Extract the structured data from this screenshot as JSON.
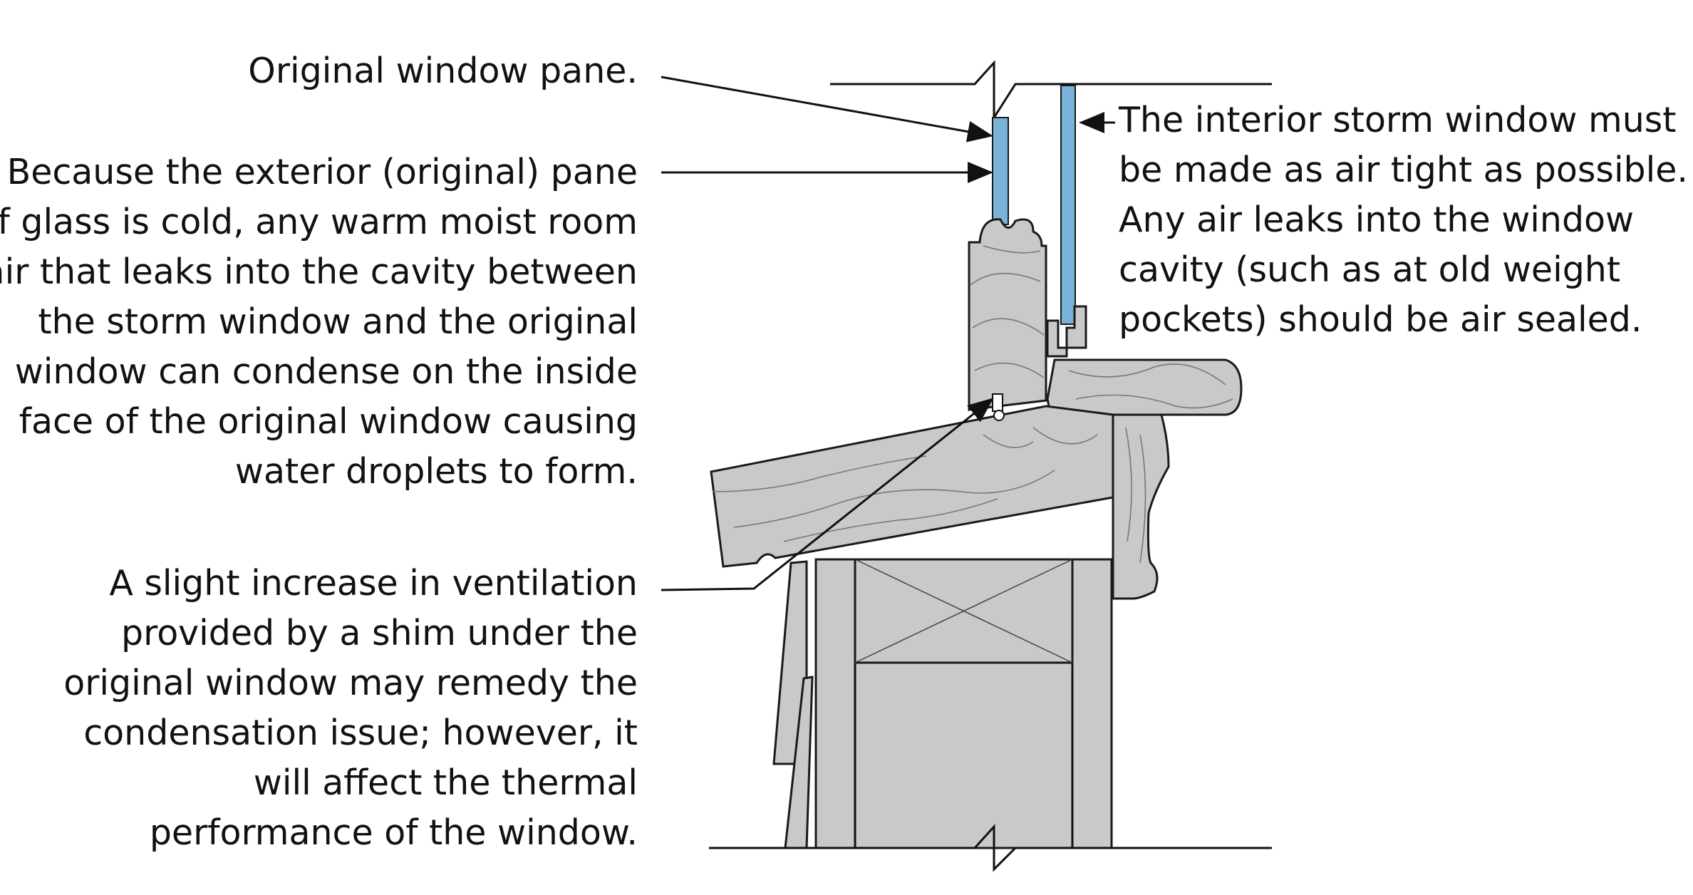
{
  "colors": {
    "glass": "#7ab3d8",
    "wood": "#c9c9c9",
    "outline": "#1a1a1a",
    "text": "#111111"
  },
  "labels": {
    "original_pane": [
      "Original window pane."
    ],
    "condensation": [
      "Because the exterior (original) pane",
      "of glass is cold, any warm moist room",
      "air that leaks into the cavity between",
      "the storm window and the original",
      "window can condense on the inside",
      "face of the original window causing",
      "water droplets to form."
    ],
    "ventilation": [
      "A slight increase in ventilation",
      "provided by a shim under the",
      "original window may remedy the",
      "condensation issue; however, it",
      "will affect the thermal",
      "performance of the window."
    ],
    "storm_window": [
      "The interior storm window must",
      "be made as air tight as possible.",
      "Any air leaks into the window",
      "cavity (such as at old weight",
      "pockets) should be air sealed."
    ]
  }
}
